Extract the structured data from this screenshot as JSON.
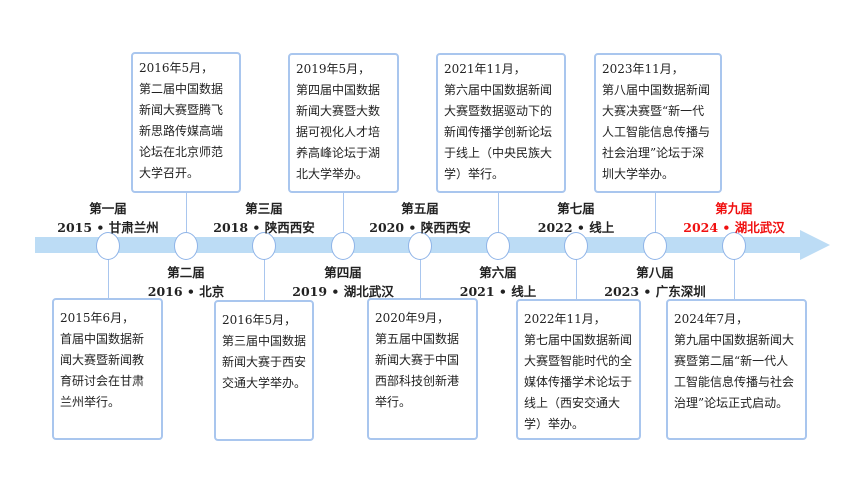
{
  "accent": "#bcdcf5",
  "highlight": "#f01010",
  "events": [
    {
      "session": "第一届",
      "year_place": "2015 • 甘肃兰州",
      "date": "2015年6月，",
      "text": "首届中国数据新闻大赛暨新闻教育研讨会在甘肃兰州举行。"
    },
    {
      "session": "第二届",
      "year_place": "2016 • 北京",
      "date": "2016年5月，",
      "text": "第二届中国数据新闻大赛暨腾飞新思路传媒高端论坛在北京师范大学召开。"
    },
    {
      "session": "第三届",
      "year_place": "2018 • 陕西西安",
      "date": "2016年5月，",
      "text": "第三届中国数据新闻大赛于西安交通大学举办。"
    },
    {
      "session": "第四届",
      "year_place": "2019 • 湖北武汉",
      "date": "2019年5月，",
      "text": "第四届中国数据新闻大赛暨大数据可视化人才培养高峰论坛于湖北大学举办。"
    },
    {
      "session": "第五届",
      "year_place": "2020 • 陕西西安",
      "date": "2020年9月，",
      "text": "第五届中国数据新闻大赛于中国西部科技创新港举行。"
    },
    {
      "session": "第六届",
      "year_place": "2021 • 线上",
      "date": "2021年11月，",
      "text": "第六届中国数据新闻大赛暨数据驱动下的新闻传播学创新论坛于线上（中央民族大学）举行。"
    },
    {
      "session": "第七届",
      "year_place": "2022 • 线上",
      "date": "2022年11月，",
      "text": "第七届中国数据新闻大赛暨智能时代的全媒体传播学术论坛于线上（西安交通大学）举办。"
    },
    {
      "session": "第八届",
      "year_place": "2023 • 广东深圳",
      "date": "2023年11月，",
      "text": "第八届中国数据新闻大赛决赛暨“新一代人工智能信息传播与社会治理”论坛于深圳大学举办。"
    },
    {
      "session": "第九届",
      "year_place": "2024 • 湖北武汉",
      "date": "2024年7月，",
      "text": "第九届中国数据新闻大赛暨第二届“新一代人工智能信息传播与社会治理”论坛正式启动。"
    }
  ]
}
